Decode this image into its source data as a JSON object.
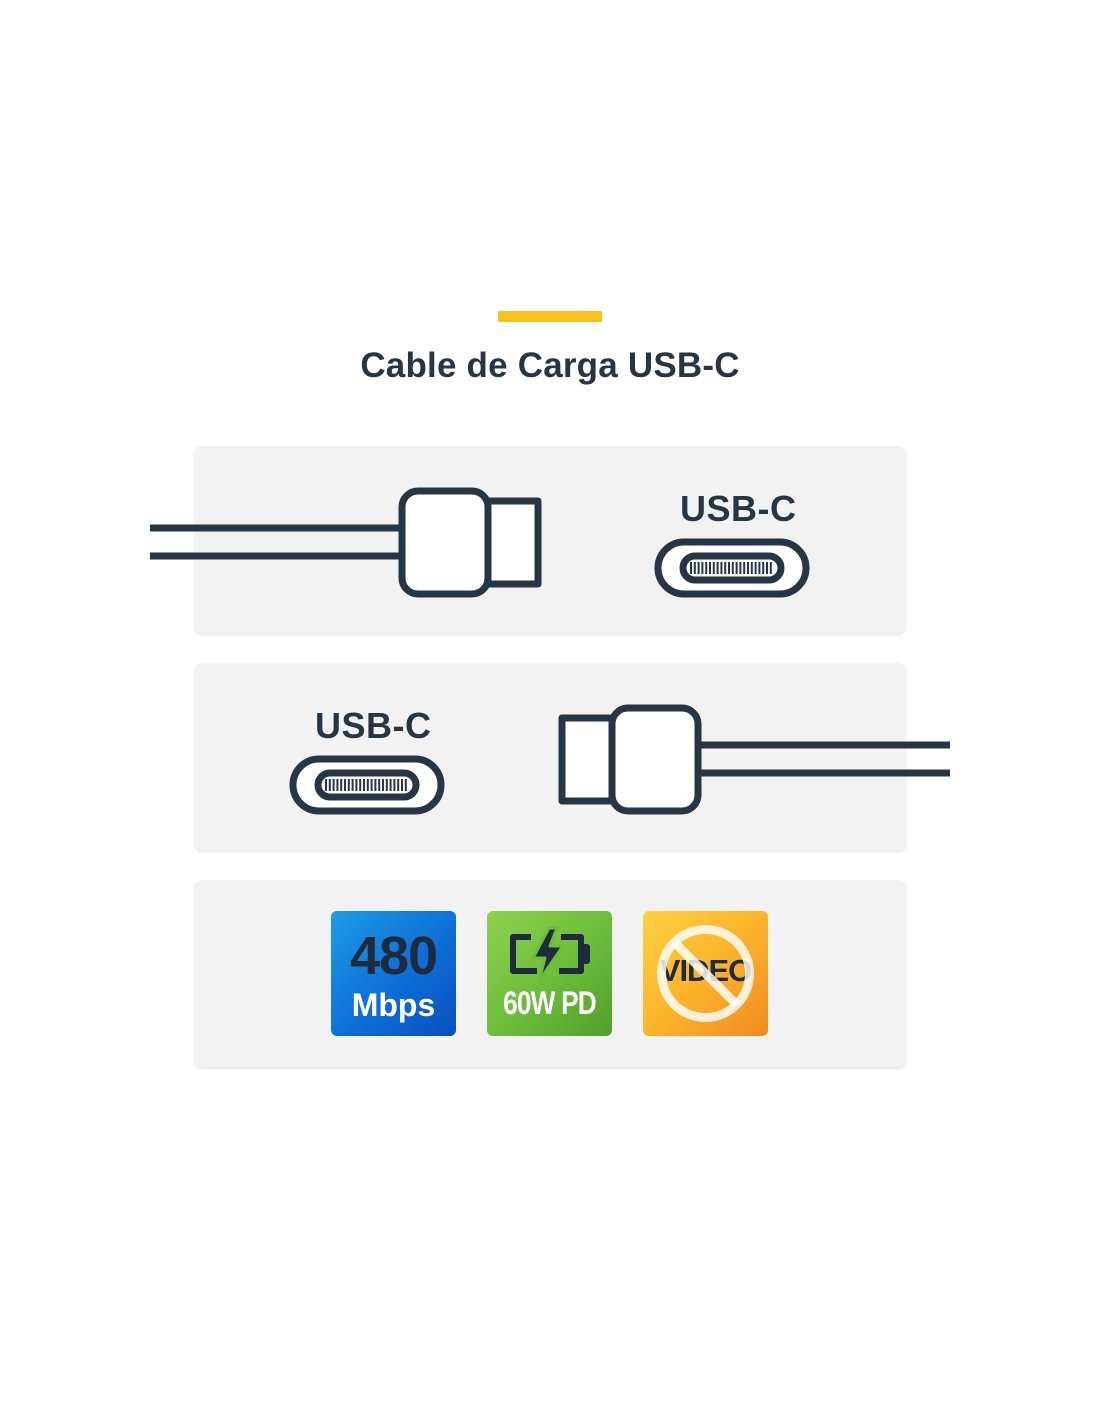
{
  "title": "Cable de Carga USB-C",
  "colors": {
    "accent": "#f9c11c",
    "ink": "#263645",
    "panel": "#f2f2f2",
    "badge_blue": "#0d6ed7",
    "badge_green": "#6bbc3a",
    "badge_orange": "#fbb42a"
  },
  "panels": [
    {
      "port_label": "USB-C"
    },
    {
      "port_label": "USB-C"
    }
  ],
  "badges": {
    "speed": {
      "value": "480",
      "unit": "Mbps",
      "icon": "speed-badge"
    },
    "power": {
      "label": "60W PD",
      "icon": "battery-bolt-icon"
    },
    "video": {
      "label": "VIDEO",
      "icon": "no-video-icon"
    }
  }
}
